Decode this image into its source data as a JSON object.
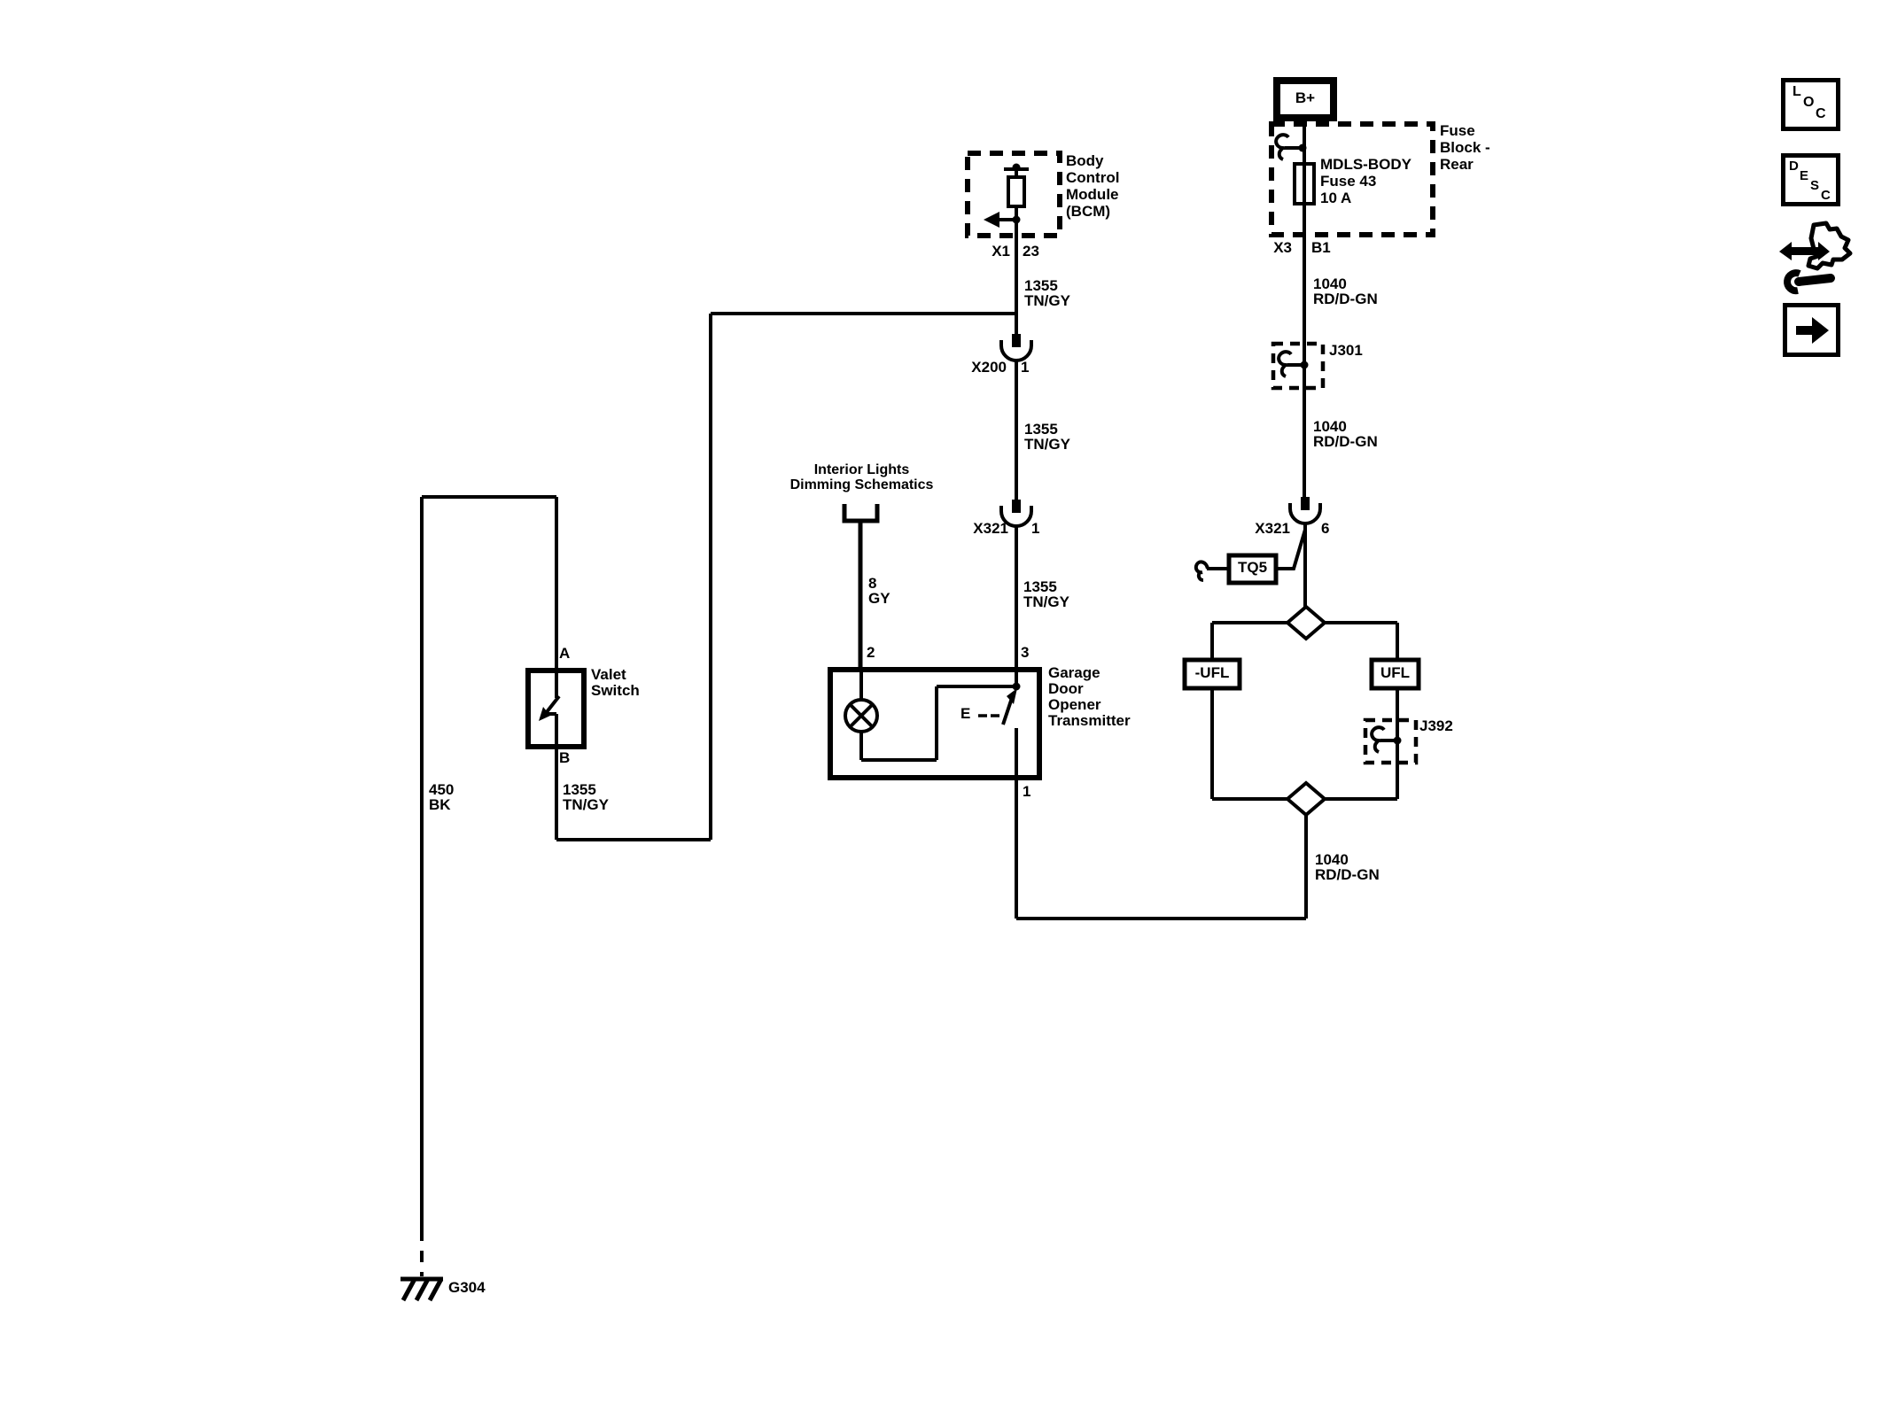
{
  "page": {
    "background": "#ffffff",
    "ink": "#000000"
  },
  "power_feed": {
    "label": "B+"
  },
  "fuse_block": {
    "title": [
      "Fuse",
      "Block -",
      "Rear"
    ],
    "fuse": [
      "MDLS-BODY",
      "Fuse 43",
      "10 A"
    ],
    "connector": "X3",
    "pin": "B1"
  },
  "bcm": {
    "title": [
      "Body",
      "Control",
      "Module",
      "(BCM)"
    ],
    "connector": "X1",
    "pin": "23"
  },
  "connectors": {
    "x200": {
      "name": "X200",
      "pin": "1"
    },
    "x321_left": {
      "name": "X321",
      "pin": "1"
    },
    "x321_right": {
      "name": "X321",
      "pin": "6"
    }
  },
  "splices": {
    "j301": "J301",
    "j392": "J392"
  },
  "tq5": {
    "label": "TQ5"
  },
  "ufl": {
    "left": "-UFL",
    "right": "UFL"
  },
  "interior_lights": {
    "title": [
      "Interior Lights",
      "Dimming Schematics"
    ]
  },
  "garage_door_opener": {
    "title": [
      "Garage",
      "Door",
      "Opener",
      "Transmitter"
    ],
    "pin_2": "2",
    "pin_3": "3",
    "pin_1": "1",
    "switch_label": "E"
  },
  "valet_switch": {
    "title": [
      "Valet",
      "Switch"
    ],
    "pin_a": "A",
    "pin_b": "B"
  },
  "ground": {
    "label": "G304"
  },
  "wires": {
    "c1355": {
      "circuit": "1355",
      "color": "TN/GY"
    },
    "c1040": {
      "circuit": "1040",
      "color": "RD/D-GN"
    },
    "c8": {
      "circuit": "8",
      "color": "GY"
    },
    "c450": {
      "circuit": "450",
      "color": "BK"
    }
  },
  "toolbar": {
    "loc": [
      "L",
      "O",
      "C"
    ],
    "desc": [
      "D",
      "E",
      "S",
      "C"
    ]
  }
}
